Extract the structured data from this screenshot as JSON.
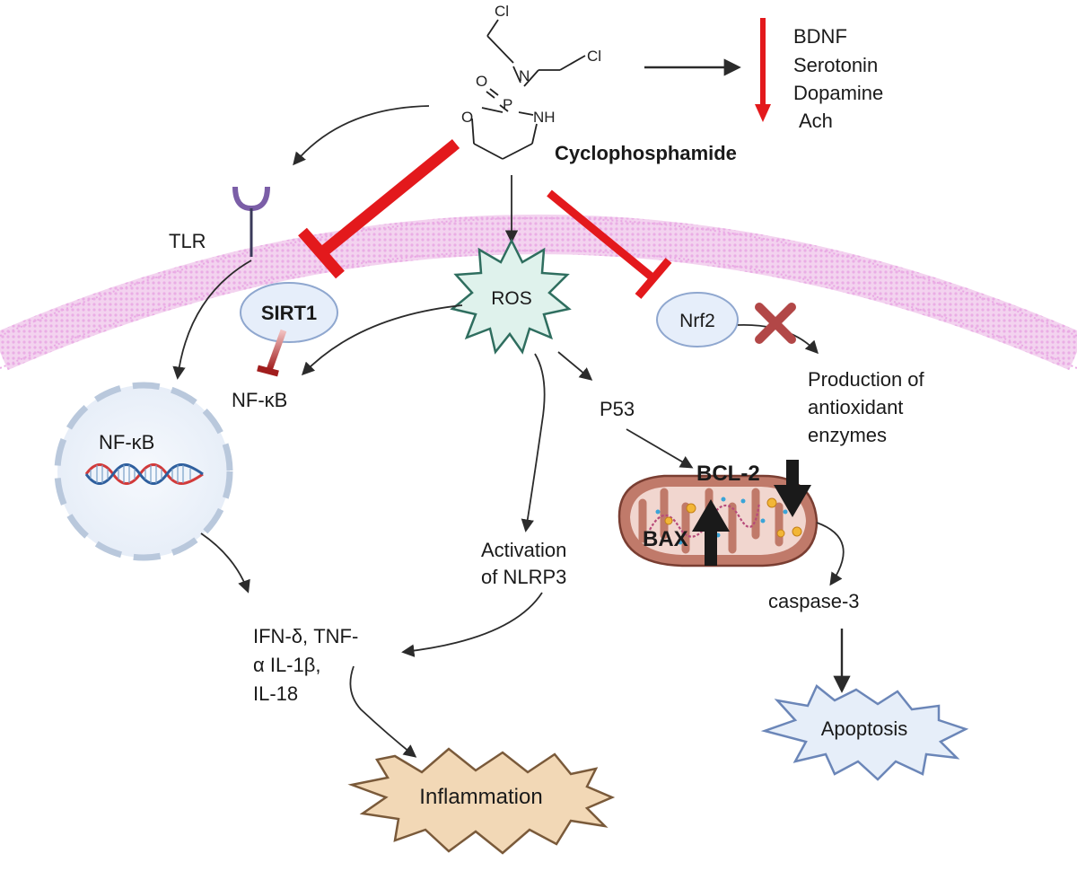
{
  "drug": {
    "name": "Cyclophosphamide",
    "structure_atoms": {
      "cl1": "Cl",
      "cl2": "Cl",
      "n": "N",
      "o_double": "O",
      "p": "P",
      "o_ring": "O",
      "nh": "NH"
    }
  },
  "neurotransmitters": [
    "BDNF",
    "Serotonin",
    "Dopamine",
    "Ach"
  ],
  "nodes": {
    "tlr": "TLR",
    "sirt1": "SIRT1",
    "ros": "ROS",
    "nrf2": "Nrf2",
    "nfkb_cyto": "NF-κB",
    "nfkb_nucleus": "NF-κB",
    "p53": "P53",
    "antioxidant": [
      "Production of",
      "antioxidant",
      "enzymes"
    ],
    "bcl2": "BCL-2",
    "bax": "BAX",
    "caspase3": "caspase-3",
    "nlrp3": [
      "Activation",
      "of NLRP3"
    ],
    "cytokines": [
      "IFN-δ, TNF-",
      "α IL-1β,",
      "IL-18"
    ],
    "inflammation": "Inflammation",
    "apoptosis": "Apoptosis"
  },
  "colors": {
    "inhibit_red": "#e3191c",
    "dark_red": "#a11d1d",
    "arrow": "#2b2b2b",
    "membrane": "#e9a9e4",
    "ros_fill": "#dff2ec",
    "ros_stroke": "#2f6e5f",
    "sirt1_fill": "#e6eefa",
    "nucleus_fill": "#eef3fb",
    "inflammation_fill": "#f2d8b6",
    "inflammation_stroke": "#7a5a3a",
    "apoptosis_fill": "#e6eef9",
    "apoptosis_stroke": "#6b86b8",
    "mito_outer": "#c07a6a",
    "x_mark": "#b24747"
  }
}
